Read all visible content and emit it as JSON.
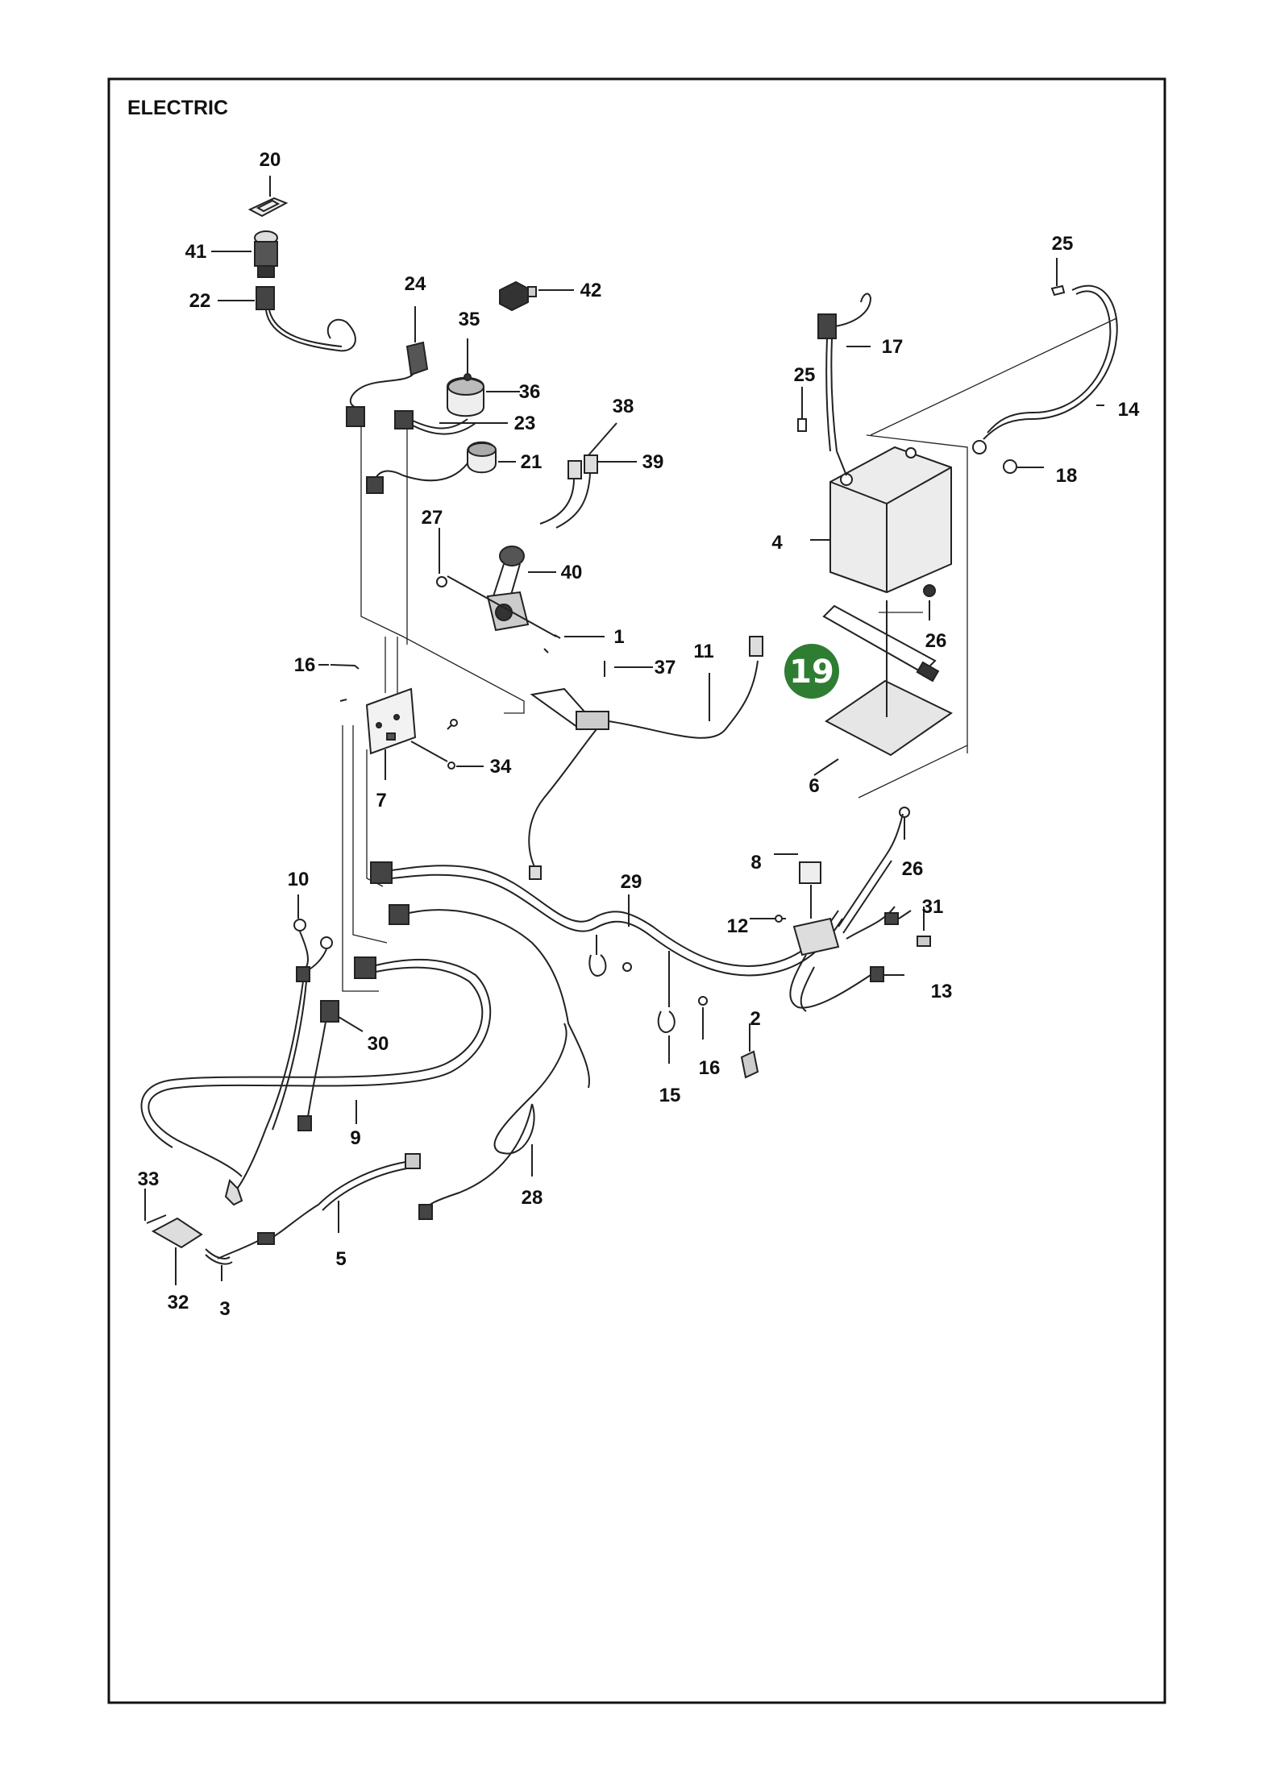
{
  "title": "ELECTRIC",
  "highlight": {
    "label": "19",
    "color": "#2e7d32"
  },
  "colors": {
    "frame": "#111111",
    "line": "#222222"
  },
  "callouts": [
    {
      "id": "c20",
      "text": "20"
    },
    {
      "id": "c41",
      "text": "41"
    },
    {
      "id": "c22",
      "text": "22"
    },
    {
      "id": "c24",
      "text": "24"
    },
    {
      "id": "c42",
      "text": "42"
    },
    {
      "id": "c35",
      "text": "35"
    },
    {
      "id": "c36",
      "text": "36"
    },
    {
      "id": "c23",
      "text": "23"
    },
    {
      "id": "c21",
      "text": "21"
    },
    {
      "id": "c38",
      "text": "38"
    },
    {
      "id": "c39",
      "text": "39"
    },
    {
      "id": "c27",
      "text": "27"
    },
    {
      "id": "c40",
      "text": "40"
    },
    {
      "id": "c1",
      "text": "1"
    },
    {
      "id": "c16a",
      "text": "16"
    },
    {
      "id": "c37",
      "text": "37"
    },
    {
      "id": "c11",
      "text": "11"
    },
    {
      "id": "c34",
      "text": "34"
    },
    {
      "id": "c7",
      "text": "7"
    },
    {
      "id": "c25a",
      "text": "25"
    },
    {
      "id": "c17",
      "text": "17"
    },
    {
      "id": "c25b",
      "text": "25"
    },
    {
      "id": "c14",
      "text": "14"
    },
    {
      "id": "c18",
      "text": "18"
    },
    {
      "id": "c4",
      "text": "4"
    },
    {
      "id": "c26a",
      "text": "26"
    },
    {
      "id": "c6",
      "text": "6"
    },
    {
      "id": "c8",
      "text": "8"
    },
    {
      "id": "c26b",
      "text": "26"
    },
    {
      "id": "c31",
      "text": "31"
    },
    {
      "id": "c12",
      "text": "12"
    },
    {
      "id": "c13",
      "text": "13"
    },
    {
      "id": "c29",
      "text": "29"
    },
    {
      "id": "c10",
      "text": "10"
    },
    {
      "id": "c30",
      "text": "30"
    },
    {
      "id": "c9",
      "text": "9"
    },
    {
      "id": "c2",
      "text": "2"
    },
    {
      "id": "c16b",
      "text": "16"
    },
    {
      "id": "c15",
      "text": "15"
    },
    {
      "id": "c28",
      "text": "28"
    },
    {
      "id": "c33",
      "text": "33"
    },
    {
      "id": "c5",
      "text": "5"
    },
    {
      "id": "c32",
      "text": "32"
    },
    {
      "id": "c3",
      "text": "3"
    }
  ]
}
